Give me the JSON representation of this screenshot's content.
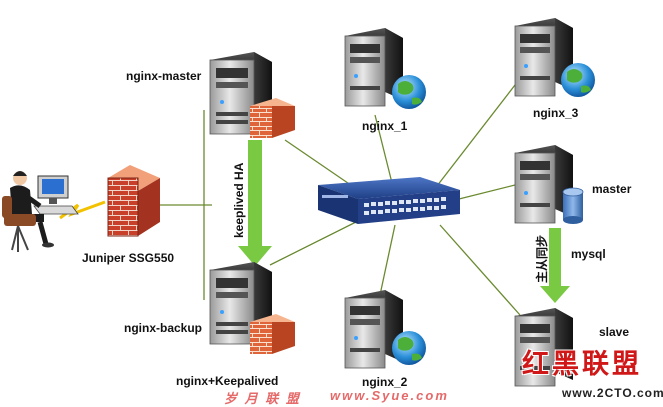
{
  "labels": {
    "nginx_master": "nginx-master",
    "nginx_backup": "nginx-backup",
    "nginx_1": "nginx_1",
    "nginx_2": "nginx_2",
    "nginx_3": "nginx_3",
    "master": "master",
    "slave": "slave",
    "mysql": "mysql",
    "juniper": "Juniper SSG550",
    "keepalived_ha": "keeplived HA",
    "nginx_keepalived": "nginx+Keepalived",
    "master_slave_sync": "主从同步"
  },
  "watermarks": {
    "brand_cn": "红黑联盟",
    "brand_url": "www.2CTO.com",
    "syue_cn": "岁 月 联 盟",
    "syue_url": "www.Syue.com"
  },
  "colors": {
    "link_line": "#6a8a30",
    "arrow_green": "#7ac943",
    "switch_blue": "#2b4f9e",
    "firewall_red": "#c8402a",
    "server_dark": "#2a2a2a",
    "watermark_red": "#d01818"
  }
}
